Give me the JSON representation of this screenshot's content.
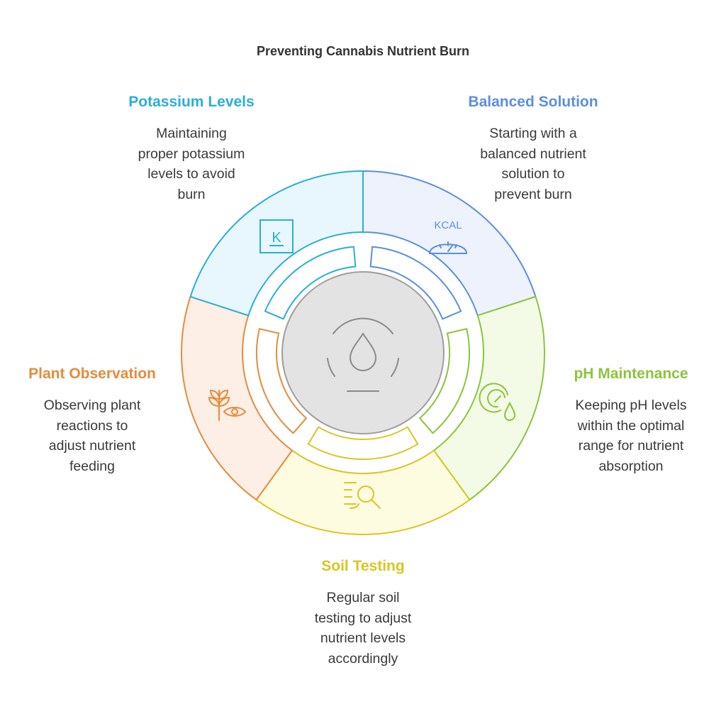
{
  "title": "Preventing Cannabis Nutrient Burn",
  "segments": [
    {
      "id": "balanced",
      "heading": "Balanced Solution",
      "lines": [
        "Starting with a",
        "balanced nutrient",
        "solution to",
        "prevent burn"
      ],
      "color": "#5a8fe0",
      "fill": "#edf2fd",
      "icon": "kcal-scale-icon",
      "icon_text": "KCAL"
    },
    {
      "id": "ph",
      "heading": "pH Maintenance",
      "lines": [
        "Keeping pH levels",
        "within the optimal",
        "range for nutrient",
        "absorption"
      ],
      "color": "#8cc43c",
      "fill": "#f3fbe6",
      "icon": "gauge-drop-icon"
    },
    {
      "id": "soil",
      "heading": "Soil Testing",
      "lines": [
        "Regular soil",
        "testing to adjust",
        "nutrient levels",
        "accordingly"
      ],
      "color": "#d8c624",
      "fill": "#fdfbe0",
      "icon": "search-lines-icon"
    },
    {
      "id": "plant",
      "heading": "Plant Observation",
      "lines": [
        "Observing plant",
        "reactions to",
        "adjust nutrient",
        "feeding"
      ],
      "color": "#e48c3c",
      "fill": "#fdefe6",
      "icon": "plant-eye-icon"
    },
    {
      "id": "potassium",
      "heading": "Potassium Levels",
      "lines": [
        "Maintaining",
        "proper potassium",
        "levels to avoid",
        "burn"
      ],
      "color": "#2aaed8",
      "fill": "#e8f7fd",
      "icon": "potassium-element-icon",
      "icon_text": "K"
    }
  ],
  "center": {
    "icon": "water-drop-icon",
    "fill": "#e3e3e3",
    "stroke": "#9e9e9e"
  }
}
